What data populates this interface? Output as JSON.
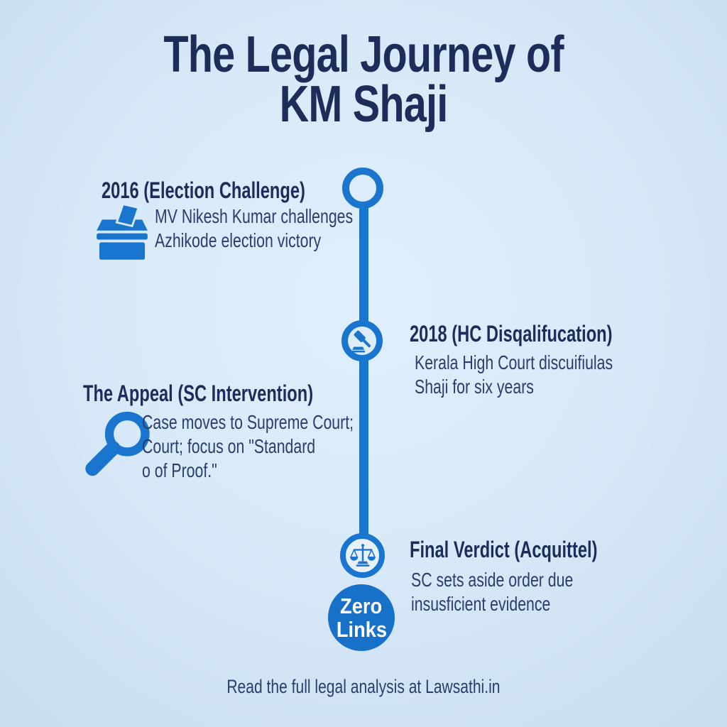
{
  "title": {
    "line1": "The Legal Journey of",
    "line2": "KM Shaji"
  },
  "colors": {
    "accent_blue": "#1a75cf",
    "badge_blue": "#1771c9",
    "heading_navy": "#1e2c5a",
    "body_text": "#2c3c6c",
    "background_light_blue": "#d8e9f8",
    "badge_text": "#ffffff"
  },
  "timeline": {
    "events": [
      {
        "side": "left",
        "icon": "ballot-box-icon",
        "heading": "2016 (Election Challenge)",
        "body": [
          "MV Nikesh Kumar challenges",
          "Azhikode election victory"
        ]
      },
      {
        "side": "right",
        "icon": "gavel-icon",
        "heading": "2018 (HC Disqalifucation)",
        "body": [
          "Kerala High Court discuifiulas",
          "Shaji for six years"
        ]
      },
      {
        "side": "left",
        "icon": "magnifier-icon",
        "heading": "The Appeal (SC Intervention)",
        "body": [
          "Case moves to Supreme Court;",
          "Court; focus on \"Standard",
          "o of Proof.\""
        ]
      },
      {
        "side": "right",
        "icon": "scales-icon",
        "heading": "Final Verdict (Acquittel)",
        "body": [
          "SC sets aside order due",
          "insusficient evidence"
        ]
      }
    ],
    "badge": {
      "line1": "Zero",
      "line2": "Links"
    }
  },
  "footer": {
    "text": "Read the full legal analysis at Lawsathi.in"
  }
}
